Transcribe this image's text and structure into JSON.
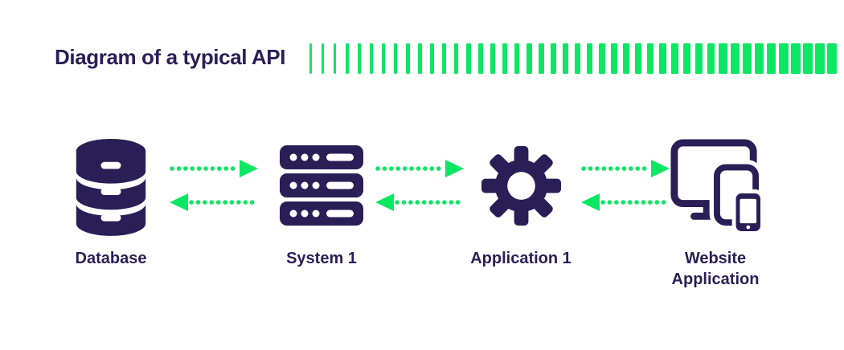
{
  "title": "Diagram of a typical API",
  "colors": {
    "navy": "#2a1e56",
    "green": "#0ce763",
    "background": "#ffffff"
  },
  "decoration": {
    "name": "barcode-stripes",
    "bar_count": 44
  },
  "nodes": [
    {
      "id": "database",
      "label": "Database",
      "icon": "database-icon"
    },
    {
      "id": "system-1",
      "label": "System 1",
      "icon": "server-stack-icon"
    },
    {
      "id": "application-1",
      "label": "Application 1",
      "icon": "gear-icon"
    },
    {
      "id": "website-application",
      "label": "Website Application",
      "icon": "devices-icon"
    }
  ],
  "connections": [
    {
      "from": "Database",
      "to": "System 1",
      "direction": "bidirectional",
      "style": "dotted-green-arrows"
    },
    {
      "from": "System 1",
      "to": "Application 1",
      "direction": "bidirectional",
      "style": "dotted-green-arrows"
    },
    {
      "from": "Application 1",
      "to": "Website Application",
      "direction": "bidirectional",
      "style": "dotted-green-arrows"
    }
  ]
}
